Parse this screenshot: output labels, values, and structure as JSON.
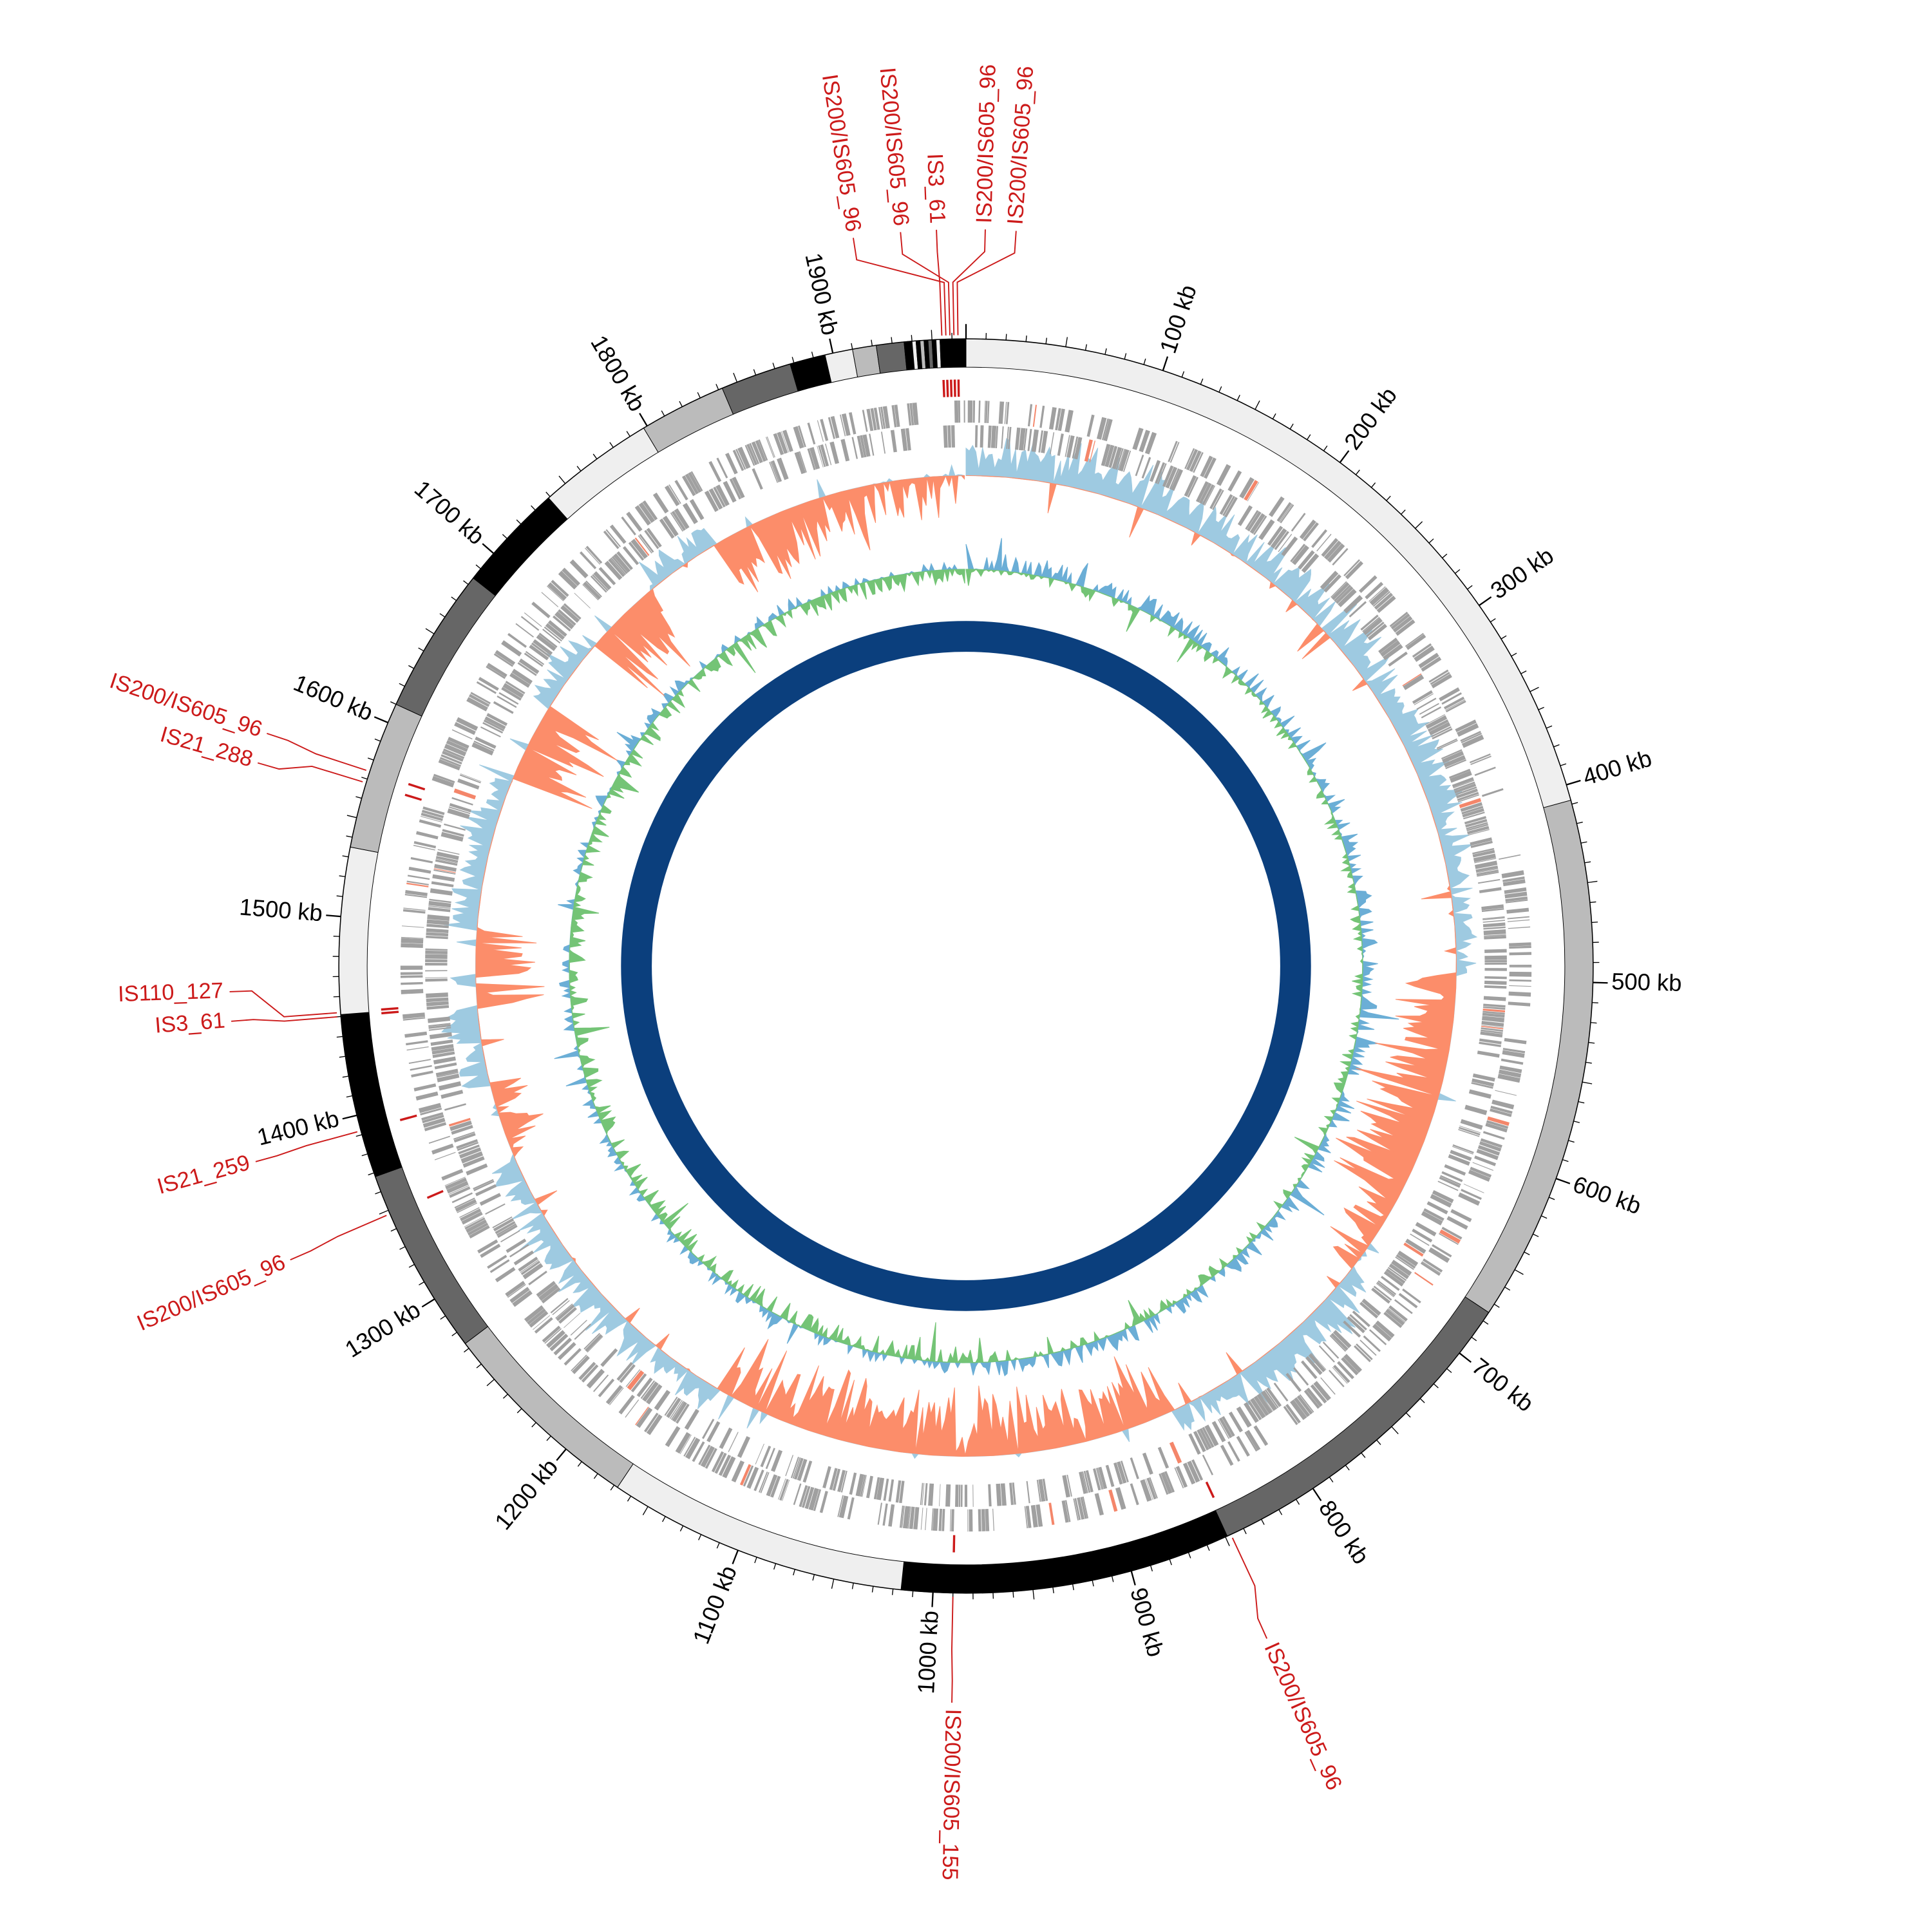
{
  "genome": {
    "length_kb": 1967
  },
  "scale": {
    "tick_labels": [
      {
        "kb": 100,
        "label": "100 kb"
      },
      {
        "kb": 200,
        "label": "200 kb"
      },
      {
        "kb": 300,
        "label": "300 kb"
      },
      {
        "kb": 400,
        "label": "400 kb"
      },
      {
        "kb": 500,
        "label": "500 kb"
      },
      {
        "kb": 600,
        "label": "600 kb"
      },
      {
        "kb": 700,
        "label": "700 kb"
      },
      {
        "kb": 800,
        "label": "800 kb"
      },
      {
        "kb": 900,
        "label": "900 kb"
      },
      {
        "kb": 1000,
        "label": "1000 kb"
      },
      {
        "kb": 1100,
        "label": "1100 kb"
      },
      {
        "kb": 1200,
        "label": "1200 kb"
      },
      {
        "kb": 1300,
        "label": "1300 kb"
      },
      {
        "kb": 1400,
        "label": "1400 kb"
      },
      {
        "kb": 1500,
        "label": "1500 kb"
      },
      {
        "kb": 1600,
        "label": "1600 kb"
      },
      {
        "kb": 1700,
        "label": "1700 kb"
      },
      {
        "kb": 1800,
        "label": "1800 kb"
      },
      {
        "kb": 1900,
        "label": "1900 kb"
      }
    ]
  },
  "contigs": [
    {
      "start": 0,
      "end": 408,
      "shade": "#efefef"
    },
    {
      "start": 408,
      "end": 675,
      "shade": "#bbbbbb"
    },
    {
      "start": 675,
      "end": 849,
      "shade": "#666666"
    },
    {
      "start": 849,
      "end": 1016,
      "shade": "#000000"
    },
    {
      "start": 1016,
      "end": 1168,
      "shade": "#efefef"
    },
    {
      "start": 1168,
      "end": 1273,
      "shade": "#bbbbbb"
    },
    {
      "start": 1273,
      "end": 1368,
      "shade": "#666666"
    },
    {
      "start": 1368,
      "end": 1451,
      "shade": "#000000"
    },
    {
      "start": 1451,
      "end": 1535,
      "shade": "#efefef"
    },
    {
      "start": 1535,
      "end": 1610,
      "shade": "#bbbbbb"
    },
    {
      "start": 1610,
      "end": 1684,
      "shade": "#666666"
    },
    {
      "start": 1684,
      "end": 1739,
      "shade": "#000000"
    },
    {
      "start": 1739,
      "end": 1798,
      "shade": "#efefef"
    },
    {
      "start": 1798,
      "end": 1842,
      "shade": "#bbbbbb"
    },
    {
      "start": 1842,
      "end": 1878,
      "shade": "#666666"
    },
    {
      "start": 1878,
      "end": 1896,
      "shade": "#000000"
    },
    {
      "start": 1896,
      "end": 1910,
      "shade": "#efefef"
    },
    {
      "start": 1910,
      "end": 1922,
      "shade": "#bbbbbb"
    },
    {
      "start": 1922,
      "end": 1936,
      "shade": "#666666"
    },
    {
      "start": 1936,
      "end": 1940,
      "shade": "#000000"
    },
    {
      "start": 1940,
      "end": 1942,
      "shade": "#efefef"
    },
    {
      "start": 1942,
      "end": 1944,
      "shade": "#000000"
    },
    {
      "start": 1944,
      "end": 1946,
      "shade": "#bbbbbb"
    },
    {
      "start": 1946,
      "end": 1948,
      "shade": "#000000"
    },
    {
      "start": 1948,
      "end": 1950,
      "shade": "#666666"
    },
    {
      "start": 1950,
      "end": 1952,
      "shade": "#000000"
    },
    {
      "start": 1952,
      "end": 1954,
      "shade": "#efefef"
    },
    {
      "start": 1954,
      "end": 1967,
      "shade": "#000000"
    }
  ],
  "insertion_sequences": [
    {
      "name": "IS200/IS605_96",
      "kb": 1957
    },
    {
      "name": "IS200/IS605_96",
      "kb": 1959
    },
    {
      "name": "IS3_61",
      "kb": 1955
    },
    {
      "name": "IS200/IS605_96",
      "kb": 1961
    },
    {
      "name": "IS200/IS605_96",
      "kb": 1963
    },
    {
      "name": "IS200/IS605_96",
      "kb": 1574
    },
    {
      "name": "IS21_288",
      "kb": 1568
    },
    {
      "name": "IS110_127",
      "kb": 1452
    },
    {
      "name": "IS3_61",
      "kb": 1450
    },
    {
      "name": "IS21_259",
      "kb": 1392
    },
    {
      "name": "IS200/IS605_96",
      "kb": 1348
    },
    {
      "name": "IS200/IS605_155",
      "kb": 990
    },
    {
      "name": "IS200/IS605_96",
      "kb": 847
    }
  ],
  "tracks": {
    "genes": {
      "color": "#a0a0a0",
      "highlight": "#f4866a"
    },
    "gc_content": {
      "bin_kb": 50,
      "coarse": [
        0.6,
        0.7,
        0.6,
        0.5,
        0.6,
        0.6,
        0.5,
        0.5,
        0.4,
        0.3,
        -0.5,
        -0.7,
        -0.7,
        -0.3,
        0.6,
        0.6,
        0.5,
        -0.6,
        -0.6,
        -0.6,
        -0.6,
        -0.6,
        -0.6,
        0.4,
        0.5,
        0.5,
        0.4,
        -0.3,
        0.5,
        -0.7,
        0.5,
        0.5,
        -0.7,
        0.4,
        -0.7,
        0.4,
        -0.6,
        -0.6,
        -0.3,
        -0.2
      ],
      "above_color": "#9ecae1",
      "below_color": "#fc8d6a"
    },
    "gc_skew": {
      "above_color": "#6baed6",
      "below_color": "#74c476"
    },
    "inner_ring": {
      "color": "#0b3f7d"
    }
  },
  "is_color": "#cc1a1a"
}
